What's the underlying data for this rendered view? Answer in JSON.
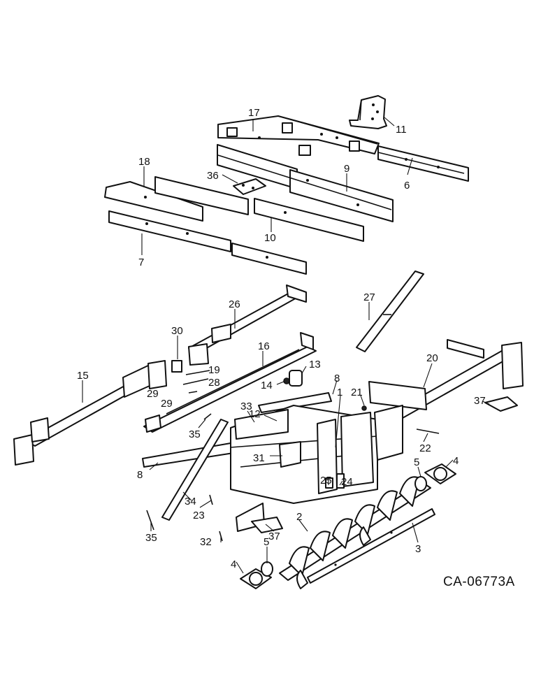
{
  "reference_code": "CA-06773A",
  "callouts": {
    "c1": "1",
    "c2": "2",
    "c3": "3",
    "c4a": "4",
    "c4b": "4",
    "c5a": "5",
    "c5b": "5",
    "c6": "6",
    "c7": "7",
    "c8a": "8",
    "c8b": "8",
    "c9": "9",
    "c10": "10",
    "c11": "11",
    "c12": "12",
    "c13": "13",
    "c14": "14",
    "c15": "15",
    "c16": "16",
    "c17": "17",
    "c18": "18",
    "c19": "19",
    "c20": "20",
    "c21": "21",
    "c22": "22",
    "c23": "23",
    "c24": "24",
    "c25": "25",
    "c26": "26",
    "c27": "27",
    "c28": "28",
    "c29a": "29",
    "c29b": "29",
    "c30": "30",
    "c31": "31",
    "c32": "32",
    "c33": "33",
    "c34": "34",
    "c35a": "35",
    "c35b": "35",
    "c36": "36",
    "c37a": "37",
    "c37b": "37"
  }
}
